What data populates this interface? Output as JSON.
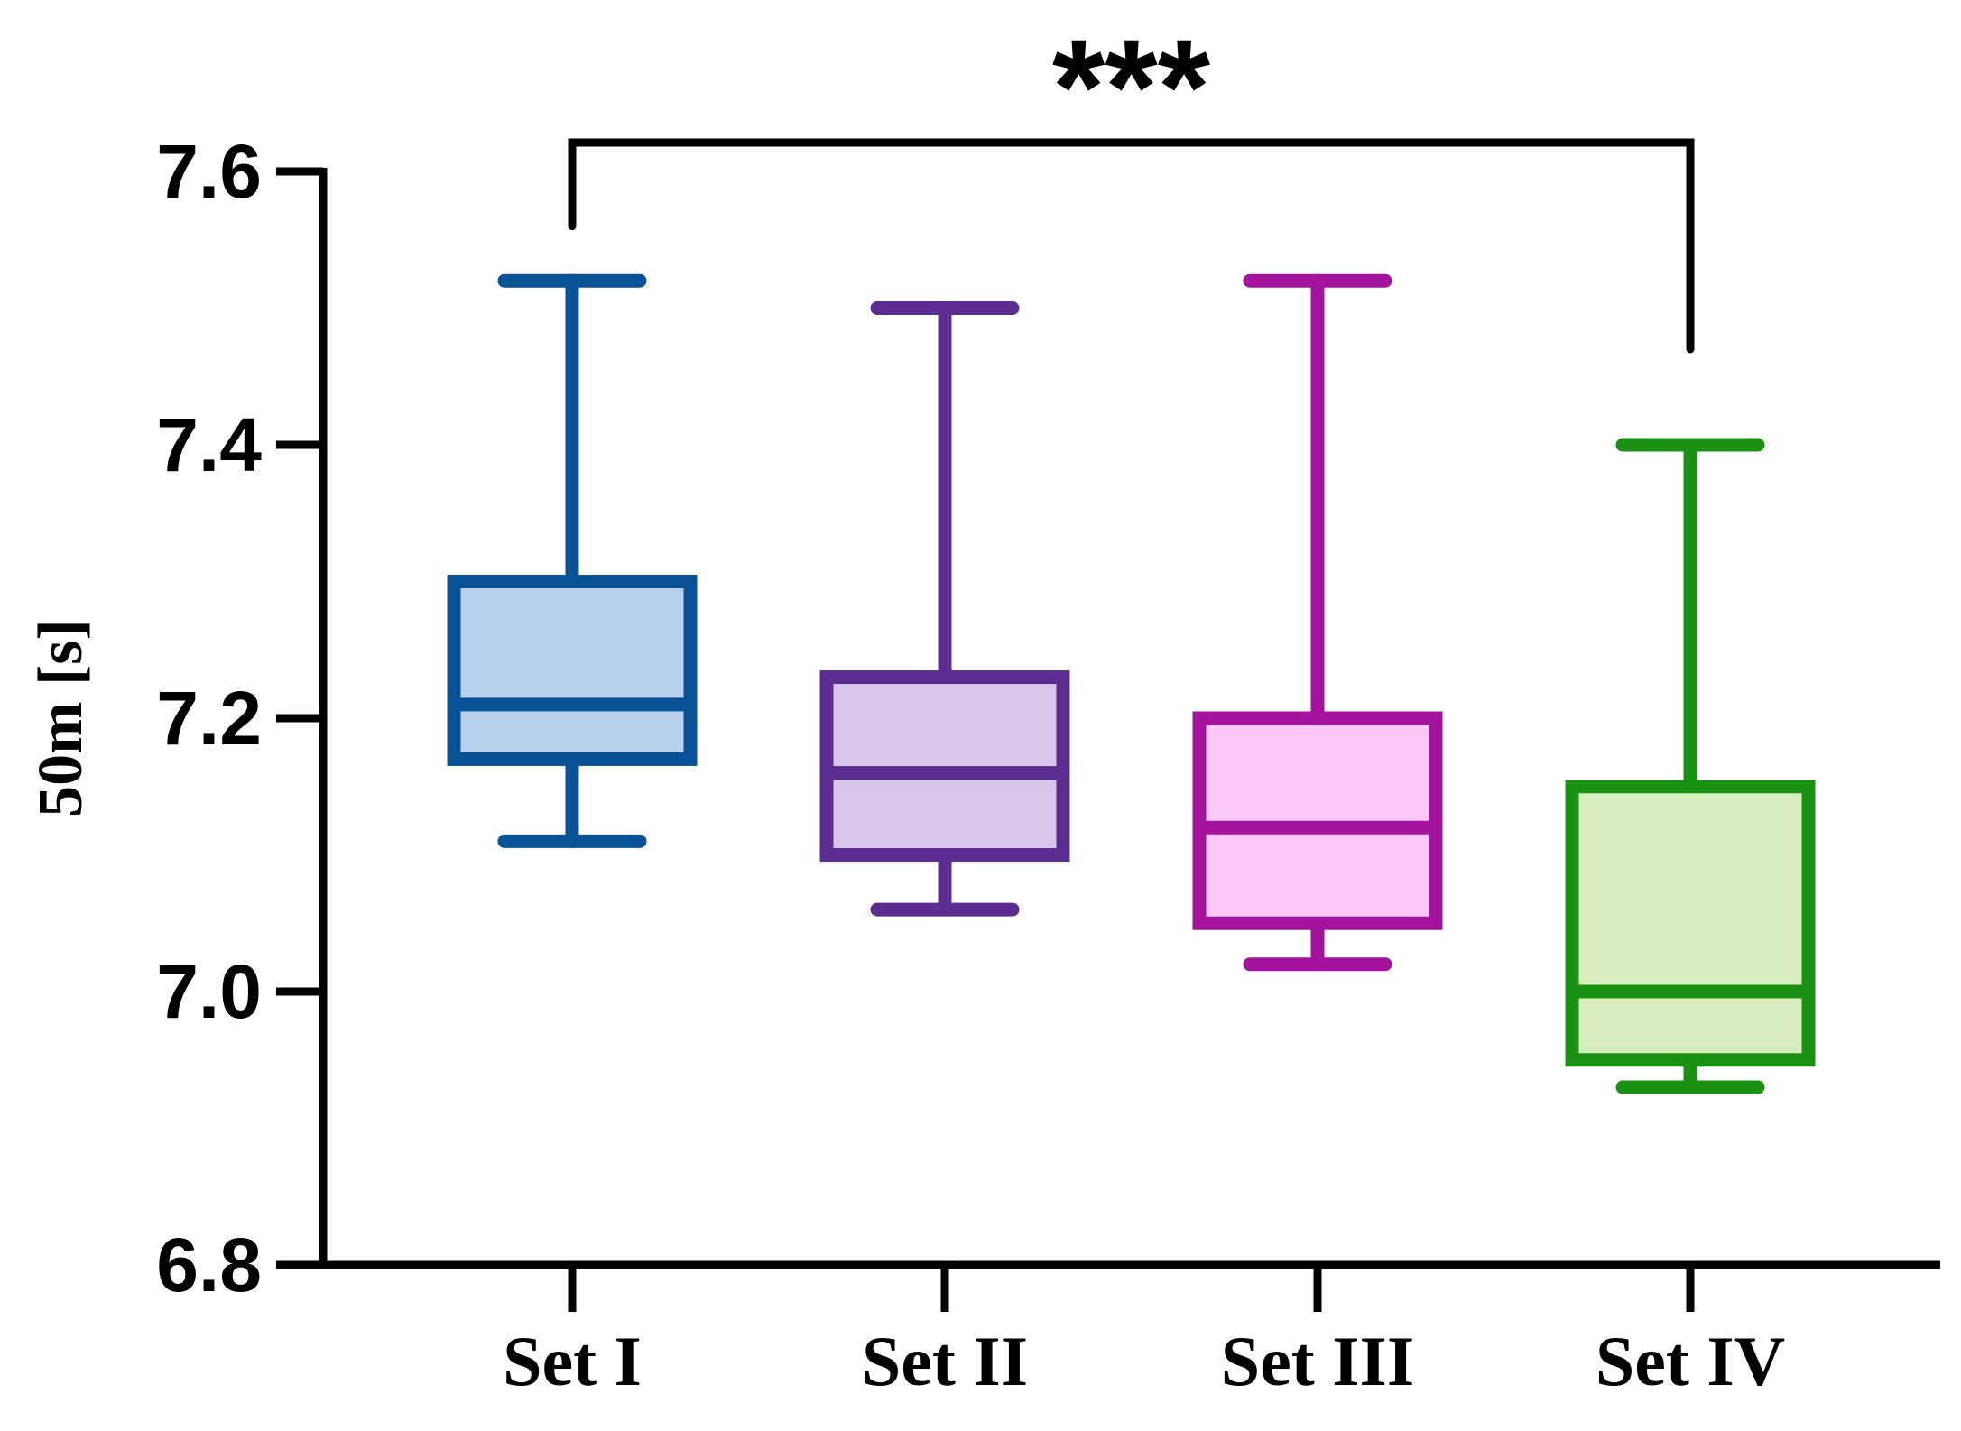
{
  "chart_data": {
    "type": "box",
    "ylabel": "50m [s]",
    "ylim": [
      6.8,
      7.6
    ],
    "yticks": [
      "6.8",
      "7.0",
      "7.2",
      "7.4",
      "7.6"
    ],
    "grid": false,
    "categories": [
      "Set I",
      "Set II",
      "Set III",
      "Set IV"
    ],
    "boxes": [
      {
        "category": "Set I",
        "min": 7.11,
        "q1": 7.17,
        "median": 7.21,
        "q3": 7.3,
        "max": 7.52,
        "stroke": "#0a5296",
        "fill": "#b8d0ec"
      },
      {
        "category": "Set II",
        "min": 7.06,
        "q1": 7.1,
        "median": 7.16,
        "q3": 7.23,
        "max": 7.5,
        "stroke": "#5b2d91",
        "fill": "#d8c6ea"
      },
      {
        "category": "Set III",
        "min": 7.02,
        "q1": 7.05,
        "median": 7.12,
        "q3": 7.2,
        "max": 7.52,
        "stroke": "#a3139c",
        "fill": "#fec8f6"
      },
      {
        "category": "Set IV",
        "min": 6.93,
        "q1": 6.95,
        "median": 7.0,
        "q3": 7.15,
        "max": 7.4,
        "stroke": "#1a9112",
        "fill": "#d7edbd"
      }
    ],
    "annotations": [
      {
        "type": "significance-bracket",
        "from": "Set I",
        "to": "Set IV",
        "label": "***"
      }
    ]
  }
}
